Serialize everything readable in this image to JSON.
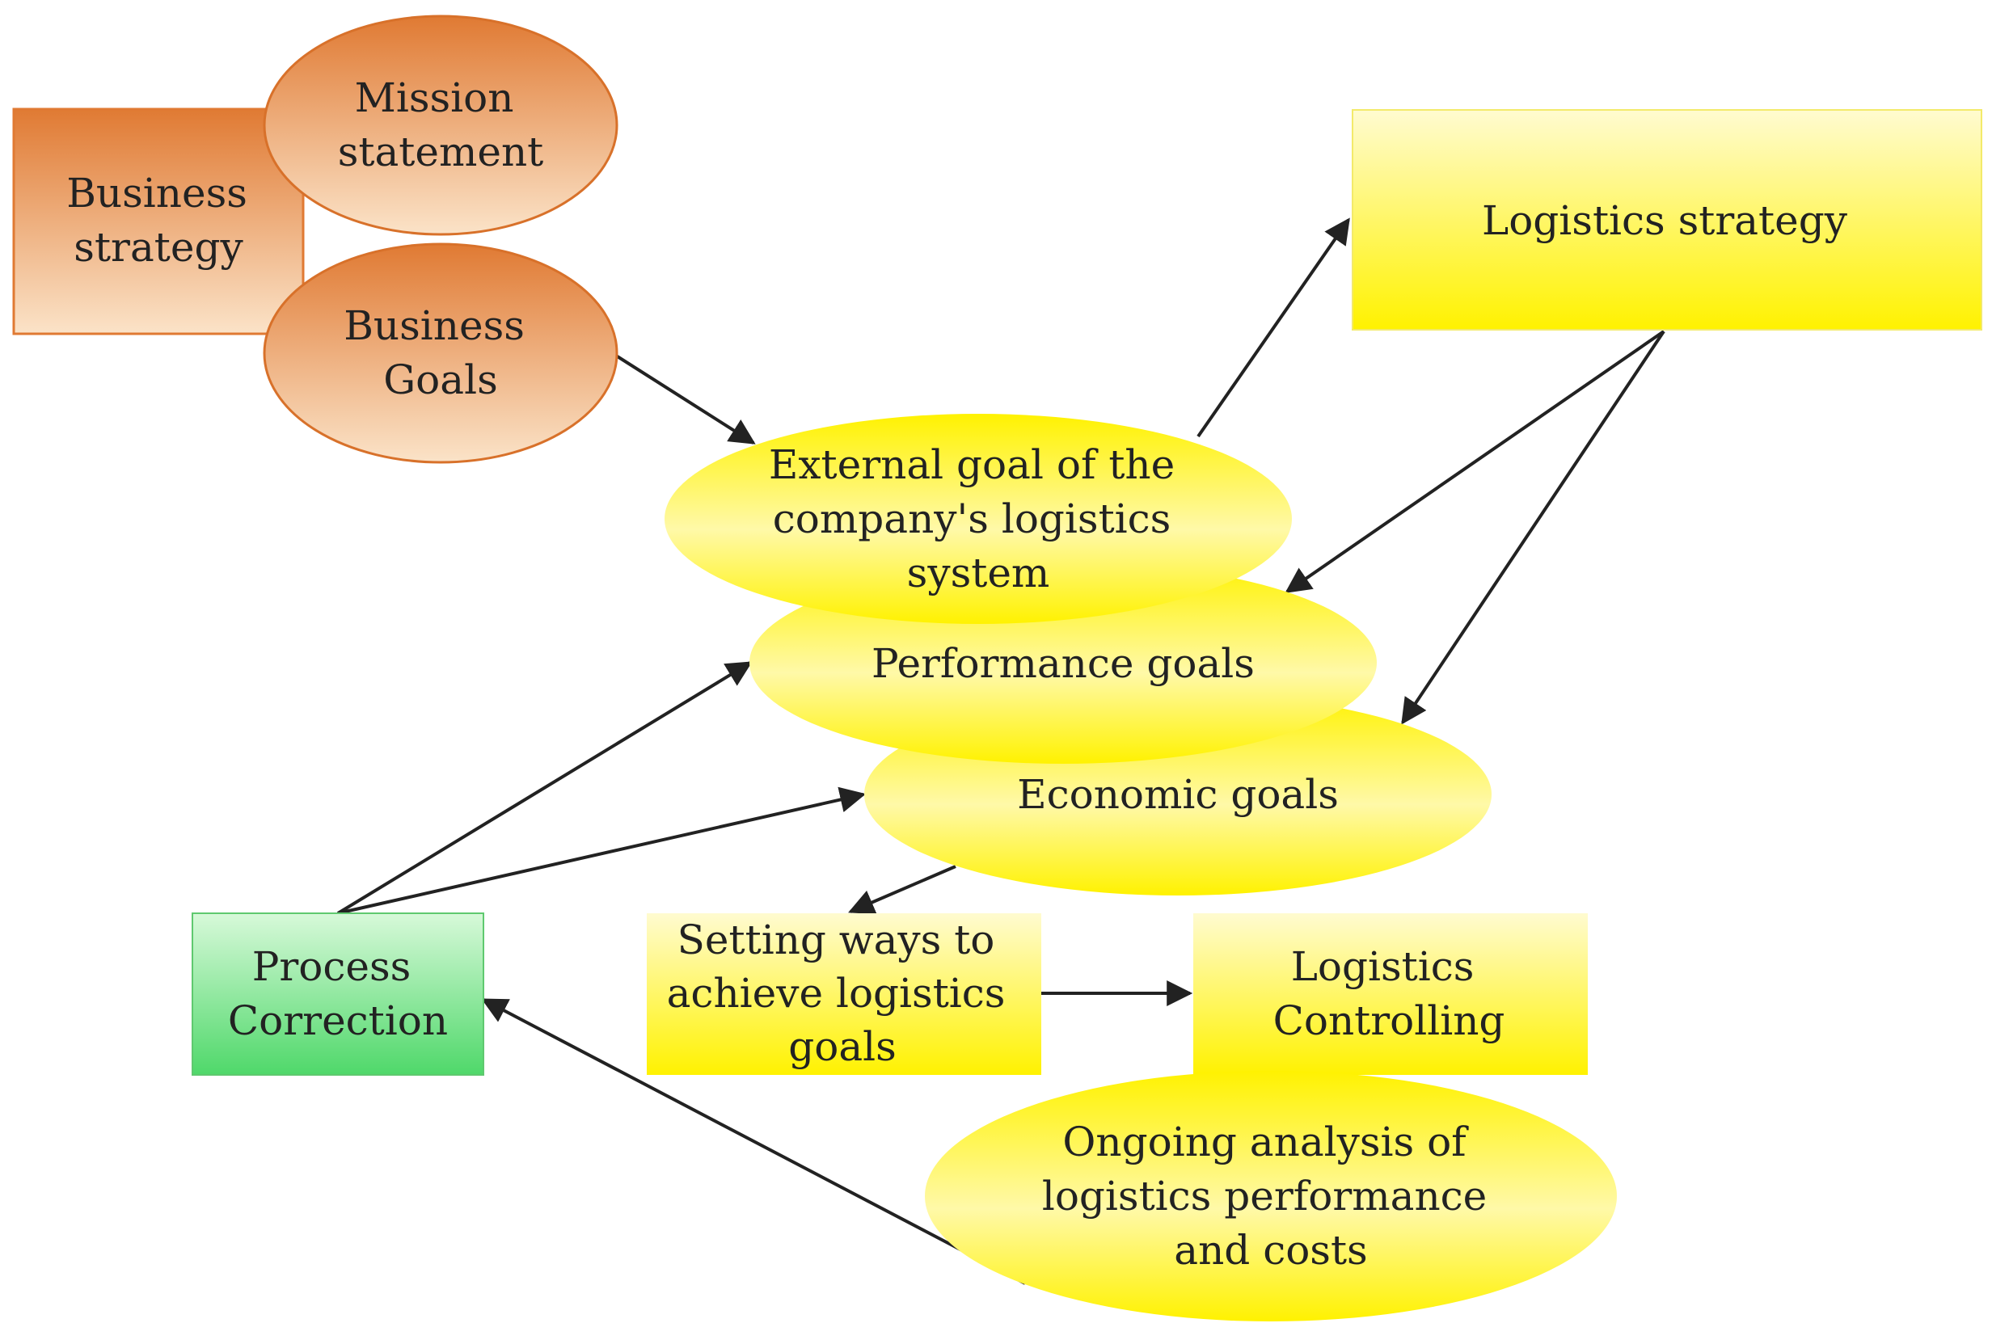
{
  "colors": {
    "orange_dark": "#e07a33",
    "orange_light": "#fbe3c8",
    "yellow_bright": "#fff200",
    "yellow_light": "#fffbd0",
    "green_dark": "#4fd86a",
    "green_light": "#d7f9d9",
    "arrow": "#222222"
  },
  "nodes": {
    "business_strategy": {
      "lines": [
        "Business",
        "strategy"
      ]
    },
    "mission_statement": {
      "lines": [
        "Mission",
        "statement"
      ]
    },
    "business_goals": {
      "lines": [
        "Business",
        "Goals"
      ]
    },
    "logistics_strategy": {
      "lines": [
        "Logistics strategy"
      ]
    },
    "external_goal": {
      "lines": [
        "External goal of the",
        "company's logistics",
        "system"
      ]
    },
    "performance_goals": {
      "lines": [
        "Performance goals"
      ]
    },
    "economic_goals": {
      "lines": [
        "Economic goals"
      ]
    },
    "process_correction": {
      "lines": [
        "Process",
        "Correction"
      ]
    },
    "setting_ways": {
      "lines": [
        "Setting ways to",
        "achieve logistics",
        "goals"
      ]
    },
    "logistics_controlling": {
      "lines": [
        "Logistics",
        "Controlling"
      ]
    },
    "ongoing_analysis": {
      "lines": [
        "Ongoing analysis of",
        "logistics performance",
        "and costs"
      ]
    }
  }
}
